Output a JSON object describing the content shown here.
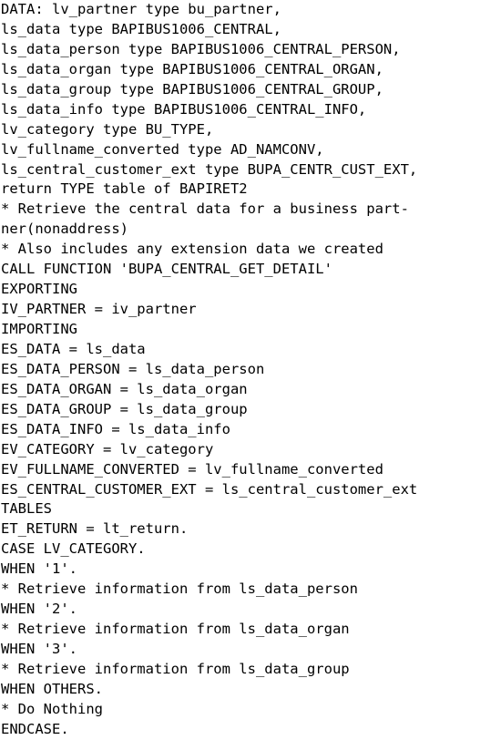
{
  "document": {
    "lines": [
      "DATA: lv_partner type bu_partner,",
      "ls_data type BAPIBUS1006_CENTRAL,",
      "ls_data_person type BAPIBUS1006_CENTRAL_PERSON,",
      "ls_data_organ type BAPIBUS1006_CENTRAL_ORGAN,",
      "ls_data_group type BAPIBUS1006_CENTRAL_GROUP,",
      "ls_data_info type BAPIBUS1006_CENTRAL_INFO,",
      "lv_category type BU_TYPE,",
      "lv_fullname_converted type AD_NAMCONV,",
      "ls_central_customer_ext type BUPA_CENTR_CUST_EXT,",
      "return TYPE table of BAPIRET2",
      "* Retrieve the central data for a business part-",
      "ner(nonaddress)",
      "* Also includes any extension data we created",
      "CALL FUNCTION 'BUPA_CENTRAL_GET_DETAIL'",
      "EXPORTING",
      "IV_PARTNER = iv_partner",
      "IMPORTING",
      "ES_DATA = ls_data",
      "ES_DATA_PERSON = ls_data_person",
      "ES_DATA_ORGAN = ls_data_organ",
      "ES_DATA_GROUP = ls_data_group",
      "ES_DATA_INFO = ls_data_info",
      "EV_CATEGORY = lv_category",
      "EV_FULLNAME_CONVERTED = lv_fullname_converted",
      "ES_CENTRAL_CUSTOMER_EXT = ls_central_customer_ext",
      "TABLES",
      "ET_RETURN = lt_return.",
      "CASE LV_CATEGORY.",
      "WHEN '1'.",
      "* Retrieve information from ls_data_person",
      "WHEN '2'.",
      "* Retrieve information from ls_data_organ",
      "WHEN '3'.",
      "* Retrieve information from ls_data_group",
      "WHEN OTHERS.",
      "* Do Nothing",
      "ENDCASE."
    ]
  }
}
